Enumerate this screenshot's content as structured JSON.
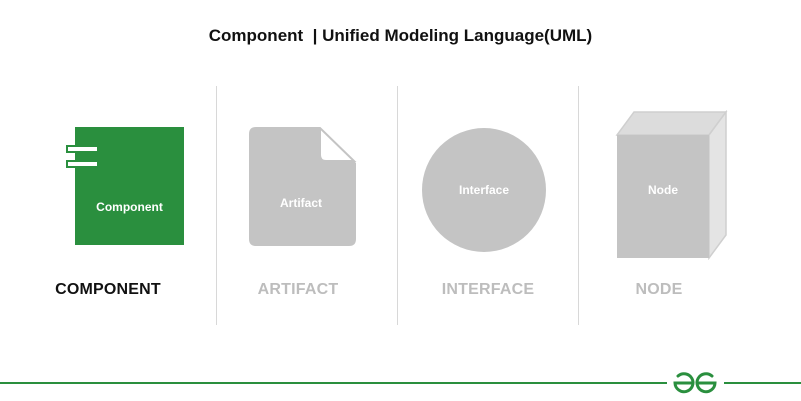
{
  "header": {
    "title": "Component  | Unified Modeling Language(UML)"
  },
  "items": [
    {
      "shape_label": "Component",
      "caption": "COMPONENT",
      "color": "#2a8f3e",
      "caption_color": "#111111"
    },
    {
      "shape_label": "Artifact",
      "caption": "ARTIFACT",
      "color": "#c4c4c4",
      "caption_color": "#bdbdbd"
    },
    {
      "shape_label": "Interface",
      "caption": "INTERFACE",
      "color": "#c4c4c4",
      "caption_color": "#bdbdbd"
    },
    {
      "shape_label": "Node",
      "caption": "NODE",
      "color": "#c4c4c4",
      "caption_color": "#bdbdbd"
    }
  ],
  "footer": {
    "logo_icon": "gfg-logo-icon",
    "accent": "#2a8f3e"
  }
}
